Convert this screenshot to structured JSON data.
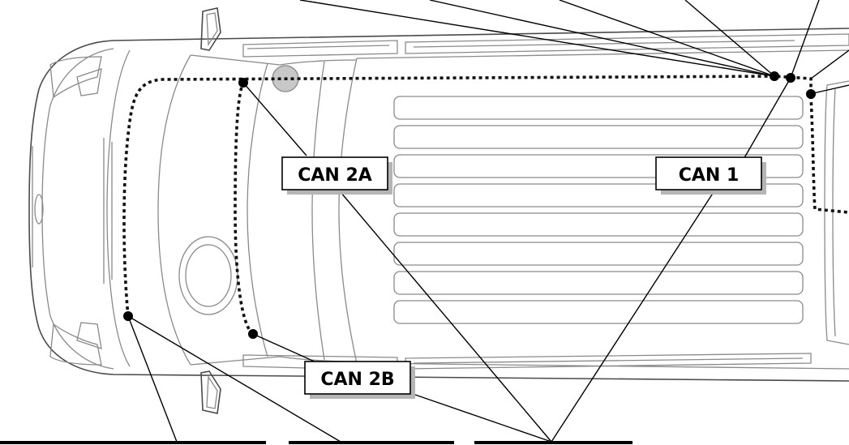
{
  "labels": {
    "can1": "CAN 1",
    "can2a": "CAN 2A",
    "can2b": "CAN 2B"
  },
  "colors": {
    "outline": "#8a8a8a",
    "bus": "#111111",
    "sensor": "#c8c8c8",
    "label_shadow": "#b5b5b5"
  }
}
